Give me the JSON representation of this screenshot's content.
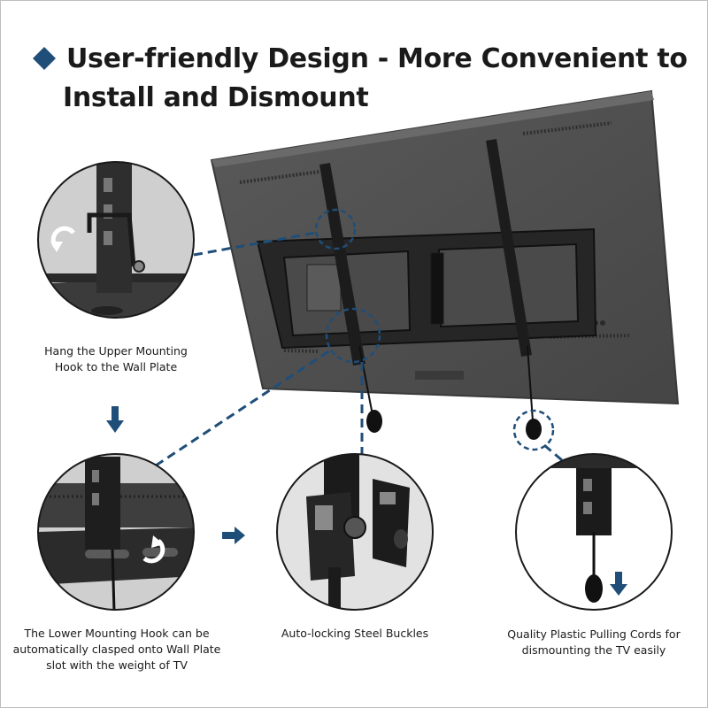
{
  "headline": {
    "line1": "User-friendly Design - More Convenient to",
    "line2": "Install and Dismount"
  },
  "captions": {
    "upper_hook": {
      "line1": "Hang the Upper Mounting",
      "line2": "Hook to the Wall Plate"
    },
    "lower_hook": {
      "line1": "The Lower Mounting Hook can be",
      "line2": "automatically clasped onto Wall Plate",
      "line3": "slot with the weight of TV"
    },
    "buckles": {
      "line1": "Auto-locking Steel Buckles"
    },
    "cords": {
      "line1": "Quality Plastic Pulling Cords for",
      "line2": "dismounting the TV easily"
    }
  },
  "colors": {
    "accent": "#1f4e79",
    "tv_back": "#505050",
    "mount": "#1e1e1e"
  },
  "icons": [
    "diamond-bullet-icon",
    "rotate-arrow-icon",
    "down-arrow-icon",
    "right-arrow-icon"
  ]
}
